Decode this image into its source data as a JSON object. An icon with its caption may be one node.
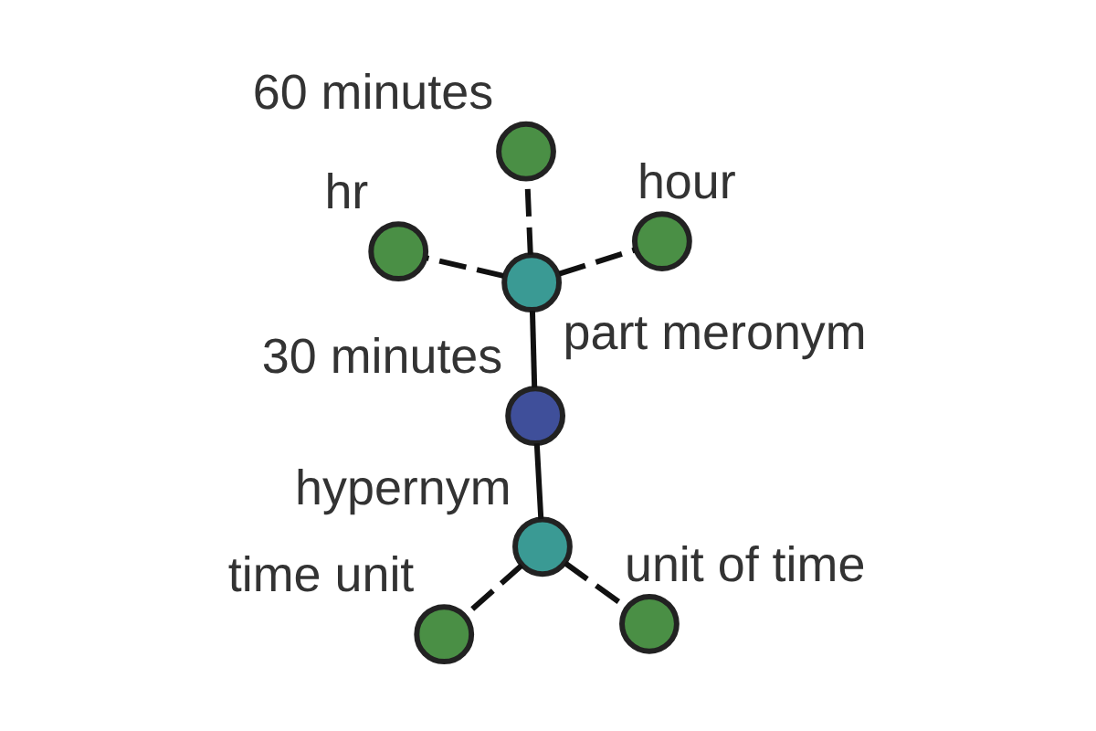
{
  "diagram": {
    "nodes": [
      {
        "text": [
          "30 minutes"
        ]
      },
      {
        "text": [
          "part meronym"
        ]
      },
      {
        "text": [
          "hypernym"
        ]
      },
      {
        "text": [
          "60 minutes"
        ]
      },
      {
        "text": [
          "hour"
        ]
      },
      {
        "text": [
          "hr"
        ]
      },
      {
        "text": [
          "time unit"
        ]
      },
      {
        "text": [
          "unit of time"
        ]
      }
    ],
    "edges": [
      {
        "from": 0,
        "to": 1,
        "arrow": "none"
      },
      {
        "from": 0,
        "to": 2,
        "arrow": "none"
      },
      {
        "from": 1,
        "to": 3,
        "arrow": "none",
        "style": "dashed"
      },
      {
        "from": 1,
        "to": 4,
        "arrow": "none",
        "style": "dashed"
      },
      {
        "from": 1,
        "to": 5,
        "arrow": "none",
        "style": "dashed"
      },
      {
        "from": 2,
        "to": 6,
        "arrow": "none",
        "style": "dashed"
      },
      {
        "from": 2,
        "to": 7,
        "arrow": "none",
        "style": "dashed"
      }
    ]
  }
}
